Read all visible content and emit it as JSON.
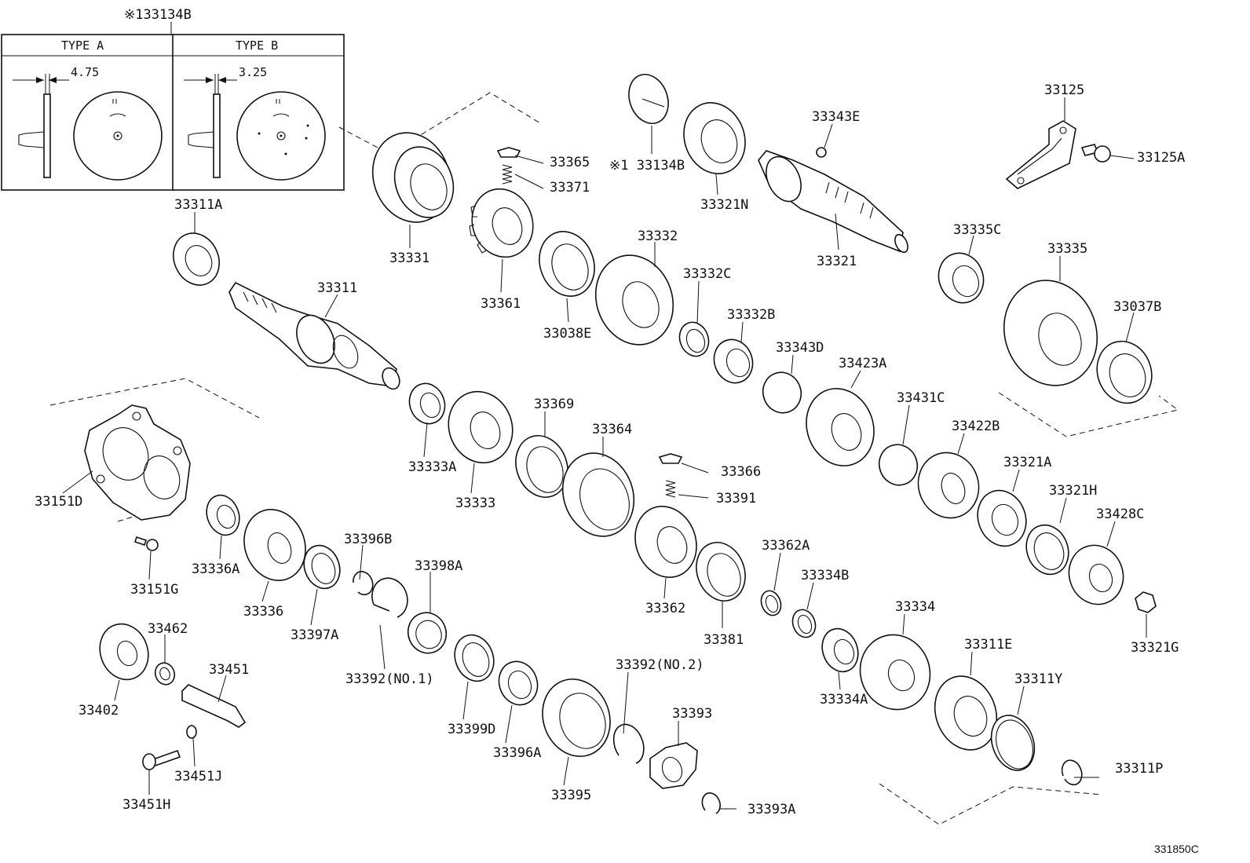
{
  "diagram_code": "331850C",
  "inset": {
    "title": "※133134B",
    "type_a": {
      "label": "TYPE A",
      "dimension": "4.75"
    },
    "type_b": {
      "label": "TYPE B",
      "dimension": "3.25"
    }
  },
  "parts": {
    "p33311A": "33311A",
    "p33311": "33311",
    "p33331": "33331",
    "p33365": "33365",
    "p33371": "33371",
    "p33361": "33361",
    "p33038E": "33038E",
    "p33134B": "※1 33134B",
    "p33321N": "33321N",
    "p33343E": "33343E",
    "p33321": "33321",
    "p33125": "33125",
    "p33125A": "33125A",
    "p33332": "33332",
    "p33332C": "33332C",
    "p33332B": "33332B",
    "p33343D": "33343D",
    "p33335C": "33335C",
    "p33335": "33335",
    "p33037B": "33037B",
    "p33423A": "33423A",
    "p33431C": "33431C",
    "p33422B": "33422B",
    "p33321A": "33321A",
    "p33321H": "33321H",
    "p33428C": "33428C",
    "p33321G": "33321G",
    "p33333A": "33333A",
    "p33333": "33333",
    "p33369": "33369",
    "p33364": "33364",
    "p33366": "33366",
    "p33391": "33391",
    "p33362": "33362",
    "p33381": "33381",
    "p33362A": "33362A",
    "p33334B": "33334B",
    "p33334": "33334",
    "p33334A": "33334A",
    "p33311E": "33311E",
    "p33311Y": "33311Y",
    "p33311P": "33311P",
    "p33151D": "33151D",
    "p33151G": "33151G",
    "p33336A": "33336A",
    "p33336": "33336",
    "p33397A": "33397A",
    "p33396B": "33396B",
    "p33392N1": "33392(NO.1)",
    "p33398A": "33398A",
    "p33399D": "33399D",
    "p33396A": "33396A",
    "p33395": "33395",
    "p33392N2": "33392(NO.2)",
    "p33393": "33393",
    "p33393A": "33393A",
    "p33402": "33402",
    "p33462": "33462",
    "p33451": "33451",
    "p33451J": "33451J",
    "p33451H": "33451H"
  }
}
